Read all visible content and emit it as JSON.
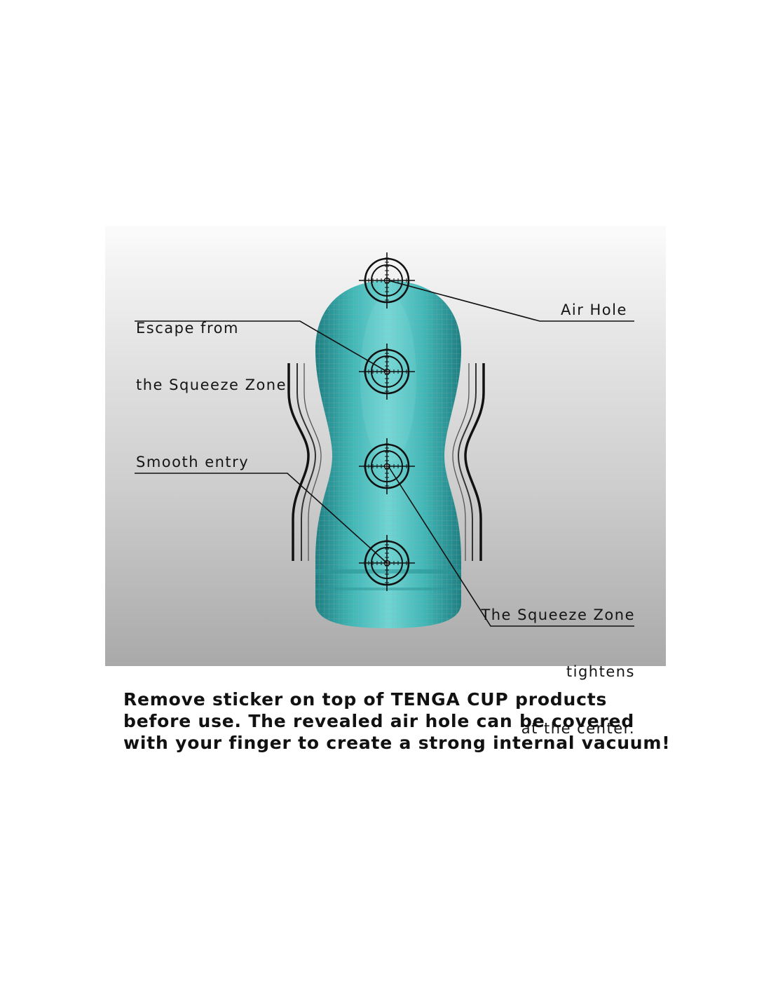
{
  "labels": {
    "escape": [
      "Escape from",
      "the Squeeze Zone"
    ],
    "air_hole": "Air Hole",
    "smooth_entry": "Smooth entry",
    "squeeze": [
      "The Squeeze Zone",
      "tightens",
      "at the center."
    ]
  },
  "caption": [
    "Remove sticker on top of TENGA CUP products",
    "before use. The revealed air hole can be covered",
    "with your finger to create a strong internal vacuum!"
  ],
  "colors": {
    "cup_body": "#3fb3b4",
    "cup_highlight": "#7fe0df",
    "cup_shadow": "#1f7d80",
    "lines": "#111111"
  }
}
